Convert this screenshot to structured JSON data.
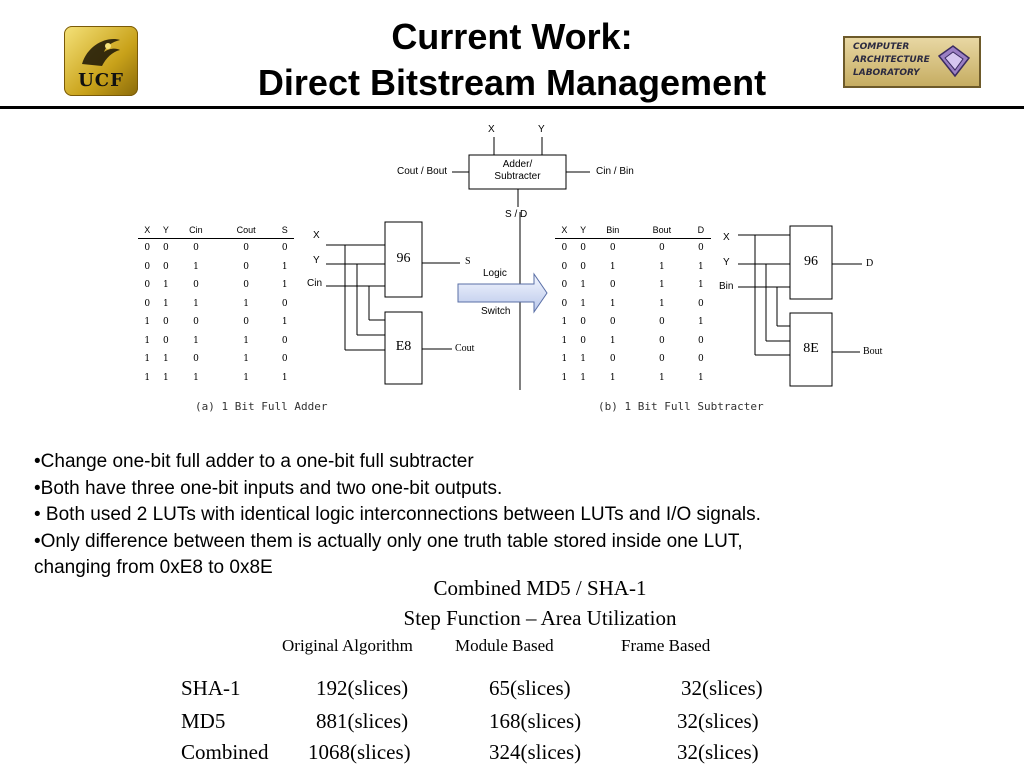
{
  "header": {
    "title_line1": "Current Work:",
    "title_line2": "Direct Bitstream Management",
    "logo_left_text": "UCF",
    "logo_right_lines": [
      "COMPUTER",
      "ARCHITECTURE",
      "LABORATORY"
    ]
  },
  "block_diagram": {
    "input_x": "X",
    "input_y": "Y",
    "box_line1": "Adder/",
    "box_line2": "Subtracter",
    "left_output": "Cout / Bout",
    "right_input": "Cin / Bin",
    "bottom_output": "S / D"
  },
  "adder": {
    "headers": [
      "X",
      "Y",
      "Cin",
      "Cout",
      "S"
    ],
    "rows": [
      [
        "0",
        "0",
        "0",
        "0",
        "0"
      ],
      [
        "0",
        "0",
        "1",
        "0",
        "1"
      ],
      [
        "0",
        "1",
        "0",
        "0",
        "1"
      ],
      [
        "0",
        "1",
        "1",
        "1",
        "0"
      ],
      [
        "1",
        "0",
        "0",
        "0",
        "1"
      ],
      [
        "1",
        "0",
        "1",
        "1",
        "0"
      ],
      [
        "1",
        "1",
        "0",
        "1",
        "0"
      ],
      [
        "1",
        "1",
        "1",
        "1",
        "1"
      ]
    ],
    "in_x": "X",
    "in_y": "Y",
    "in_c": "Cin",
    "lut1": "96",
    "lut2": "E8",
    "out1": "S",
    "out2": "Cout",
    "caption": "(a) 1 Bit Full Adder"
  },
  "switch": {
    "line1": "Logic",
    "line2": "Switch"
  },
  "subtracter": {
    "headers": [
      "X",
      "Y",
      "Bin",
      "Bout",
      "D"
    ],
    "rows": [
      [
        "0",
        "0",
        "0",
        "0",
        "0"
      ],
      [
        "0",
        "0",
        "1",
        "1",
        "1"
      ],
      [
        "0",
        "1",
        "0",
        "1",
        "1"
      ],
      [
        "0",
        "1",
        "1",
        "1",
        "0"
      ],
      [
        "1",
        "0",
        "0",
        "0",
        "1"
      ],
      [
        "1",
        "0",
        "1",
        "0",
        "0"
      ],
      [
        "1",
        "1",
        "0",
        "0",
        "0"
      ],
      [
        "1",
        "1",
        "1",
        "1",
        "1"
      ]
    ],
    "in_x": "X",
    "in_y": "Y",
    "in_b": "Bin",
    "lut1": "96",
    "lut2": "8E",
    "out1": "D",
    "out2": "Bout",
    "caption": "(b) 1 Bit Full Subtracter"
  },
  "bullets": [
    "•Change one-bit full adder to a one-bit full subtracter",
    "•Both have three one-bit inputs and two one-bit outputs.",
    "• Both used 2 LUTs with identical logic interconnections between LUTs and I/O signals.",
    "•Only difference between them is actually only one truth table stored inside one LUT,",
    "changing from 0xE8 to 0x8E"
  ],
  "util_table": {
    "title1": "Combined MD5 / SHA-1",
    "title2": "Step Function – Area Utilization",
    "columns": [
      "Original Algorithm",
      "Module Based",
      "Frame Based"
    ],
    "rows": [
      {
        "name": "SHA-1",
        "values": [
          "192(slices)",
          "65(slices)",
          "32(slices)"
        ]
      },
      {
        "name": "MD5",
        "values": [
          "881(slices)",
          "168(slices)",
          "32(slices)"
        ]
      },
      {
        "name": "Combined",
        "values": [
          "1068(slices)",
          "324(slices)",
          "32(slices)"
        ]
      }
    ]
  }
}
